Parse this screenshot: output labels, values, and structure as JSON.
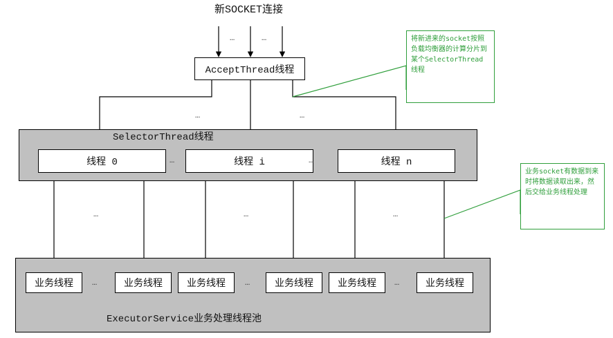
{
  "top_label": "新SOCKET连接",
  "accept_thread": "AcceptThread线程",
  "selector_panel_label": "SelectorThread线程",
  "selector_threads": [
    "线程 0",
    "线程 i",
    "线程 n"
  ],
  "business_threads": [
    "业务线程",
    "业务线程",
    "业务线程",
    "业务线程",
    "业务线程",
    "业务线程"
  ],
  "executor_label": "ExecutorService业务处理线程池",
  "ellipsis": "…",
  "callout_accept": "将新进来的socket按照负载均衡器的计算分片到某个SelectorThread线程",
  "callout_business": "业务socket有数据到来时将数据读取出来，然后交给业务线程处理",
  "colors": {
    "panel_fill": "#c0c0c0",
    "callout_green": "#2e9e3a",
    "line": "#000000"
  }
}
